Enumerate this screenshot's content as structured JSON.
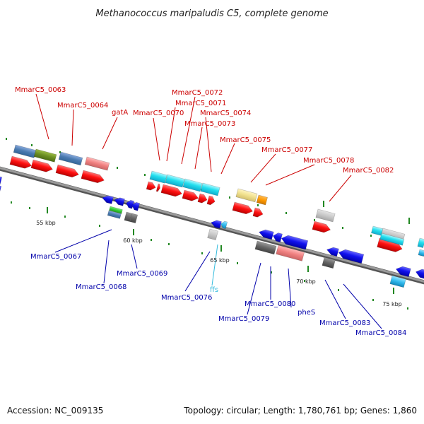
{
  "title": "Methanococcus maripaludis C5, complete genome",
  "footer": {
    "accession": "Accession: NC_009135",
    "summary": "Topology: circular; Length: 1,780,761 bp; Genes: 1,860"
  },
  "colors": {
    "forward_label": "#cc0000",
    "reverse_label": "#0000aa",
    "ffs_label": "#33bbdd",
    "backbone": "#808080",
    "tick": "#228822"
  },
  "scale_labels": [
    "55 kbp",
    "60 kbp",
    "65 kbp",
    "70 kbp",
    "75 kbp"
  ],
  "forward_labels": [
    "MmarC5_0063",
    "MmarC5_0064",
    "gatA",
    "MmarC5_0070",
    "MmarC5_0071",
    "MmarC5_0072",
    "MmarC5_0073",
    "MmarC5_0074",
    "MmarC5_0075",
    "MmarC5_0077",
    "MmarC5_0078",
    "MmarC5_0082"
  ],
  "reverse_labels": [
    "MmarC5_0067",
    "MmarC5_0068",
    "MmarC5_0069",
    "MmarC5_0076",
    "ffs",
    "MmarC5_0079",
    "MmarC5_0080",
    "pheS",
    "MmarC5_0083",
    "MmarC5_0084"
  ]
}
